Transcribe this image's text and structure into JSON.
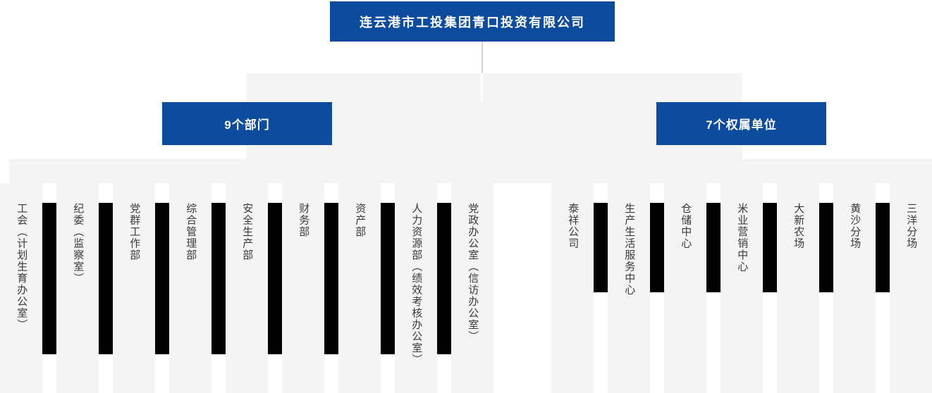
{
  "colors": {
    "primary_blue": "#0d4b9f",
    "panel_gray": "#f4f4f5",
    "bar_black": "#000000",
    "item_text": "#3a3a3a",
    "connector_gray": "#d4d4d4"
  },
  "root": {
    "title": "连云港市工投集团青口投资有限公司"
  },
  "groups": [
    {
      "id": "departments",
      "label": "9个部门",
      "items": [
        "工会（计划生育办公室）",
        "纪委（监察室）",
        "党群工作部",
        "综合管理部",
        "安全生产部",
        "财务部",
        "资产部",
        "人力资源部（绩效考核办公室）",
        "党政办公室（信访办公室）"
      ]
    },
    {
      "id": "subsidiaries",
      "label": "7个权属单位",
      "items": [
        "泰祥公司",
        "生产生活服务中心",
        "仓储中心",
        "米业营销中心",
        "大新农场",
        "黄沙分场",
        "三洋分场"
      ]
    }
  ]
}
